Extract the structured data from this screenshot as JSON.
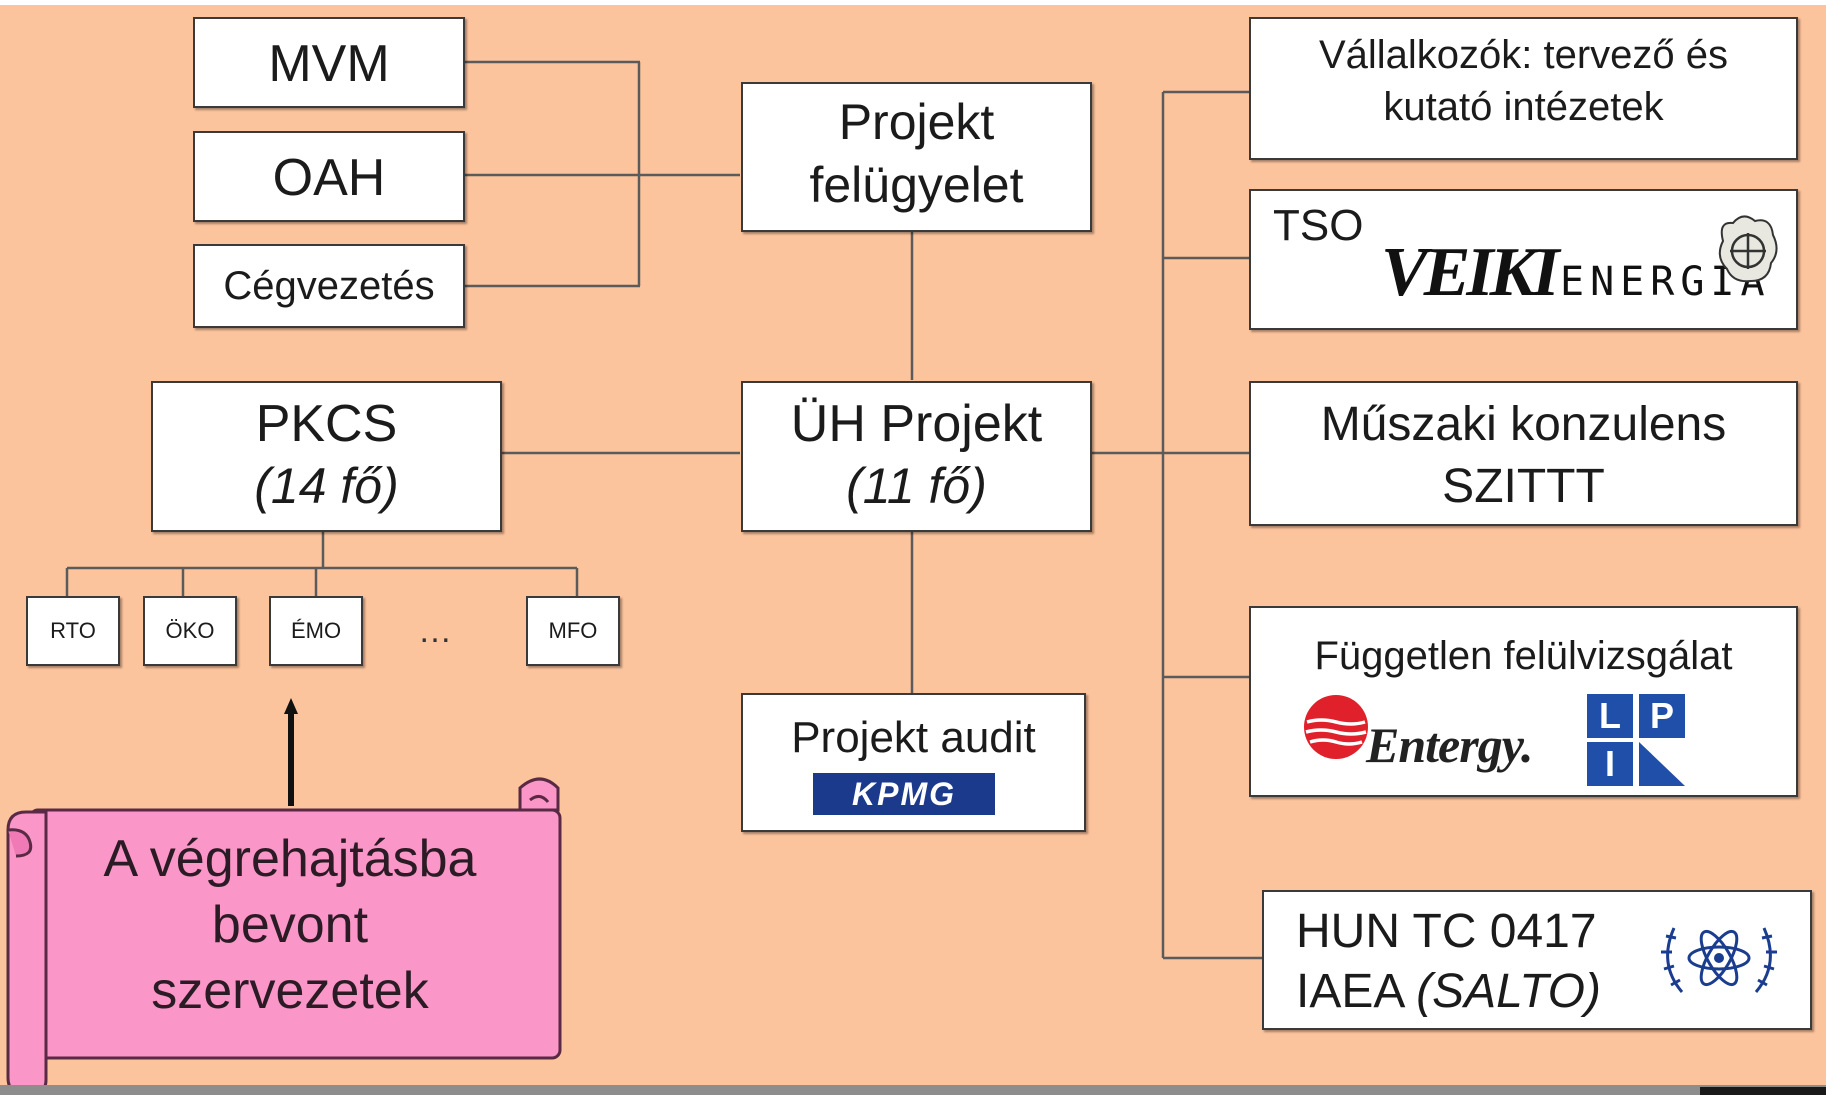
{
  "boxes": {
    "mvm": "MVM",
    "oah": "OAH",
    "cegvezetes": "Cégvezetés",
    "projekt_felugyelet": [
      "Projekt",
      "felügyelet"
    ],
    "pkcs": [
      "PKCS",
      "(14 fő)"
    ],
    "uh_projekt": [
      "ÜH Projekt",
      "(11 fő)"
    ],
    "projekt_audit": "Projekt audit",
    "vallalkozok": [
      "Vállalkozók: tervező és",
      "kutató intézetek"
    ],
    "tso": "TSO",
    "muszaki": [
      "Műszaki konzulens",
      "SZITTT"
    ],
    "fuggetlen": "Független felülvizsgálat",
    "hun_tc": [
      "HUN TC 0417",
      "IAEA",
      "(SALTO)"
    ]
  },
  "sub_units": [
    "RTO",
    "ÖKO",
    "ÉMO",
    "MFO"
  ],
  "ellipsis": "…",
  "logos": {
    "kpmg": "KPMG",
    "veiki_lead": "VEIKI",
    "veiki_tail": "ENERGIA",
    "entergy": "Entergy.",
    "lpi": [
      "L",
      "P",
      "I"
    ]
  },
  "scroll": [
    "A végrehajtásba",
    "bevont",
    "szervezetek"
  ],
  "colors": {
    "background": "#fcc49d",
    "scroll_fill": "#fa96c8",
    "connector": "#595959",
    "kpmg_blue": "#1b3a8c",
    "entergy_red": "#e0202a",
    "lpi_blue": "#1f4fa8",
    "iaea_blue": "#1a3d8f"
  }
}
